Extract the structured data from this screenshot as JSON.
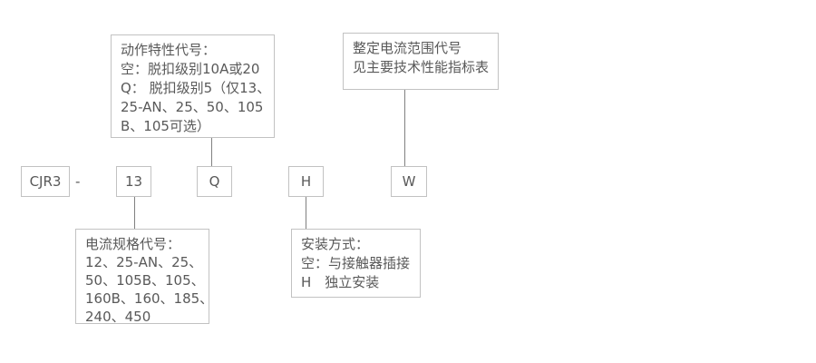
{
  "diagram": {
    "model_prefix": "CJR3",
    "separator": "-",
    "codes": {
      "current_spec": "13",
      "action_characteristic": "Q",
      "mounting": "H",
      "setting_current_range": "W"
    },
    "callouts": {
      "action_characteristic": {
        "lines": [
          "动作特性代号：",
          "空：脱扣级别10A或20",
          "Q： 脱扣级别5（仅13、",
          "25-AN、25、50、105",
          "B、105可选）"
        ]
      },
      "setting_current_range": {
        "lines": [
          "整定电流范围代号",
          "见主要技术性能指标表"
        ]
      },
      "current_spec": {
        "lines": [
          "电流规格代号：",
          "12、25-AN、25、",
          "50、105B、105、",
          "160B、160、185、",
          "240、450"
        ]
      },
      "mounting": {
        "lines": [
          "安装方式：",
          "空：与接触器插接",
          "H　独立安装"
        ]
      }
    },
    "colors": {
      "background": "#ffffff",
      "box_border": "#c2c2c2",
      "text": "#595959",
      "connector_line": "#808080"
    }
  }
}
